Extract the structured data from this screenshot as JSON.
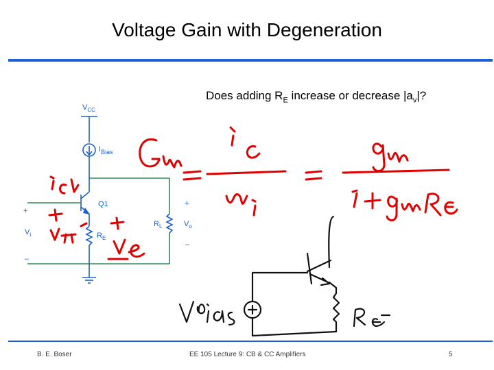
{
  "slide": {
    "title": "Voltage Gain with Degeneration",
    "question_prefix": "Does adding R",
    "question_sub1": "E",
    "question_mid": " increase or decrease |a",
    "question_sub2": "v",
    "question_suffix": "|?"
  },
  "circuit": {
    "vcc": "V",
    "vcc_sub": "CC",
    "ibias": "I",
    "ibias_sub": "Bias",
    "q1": "Q1",
    "re": "R",
    "re_sub": "E",
    "rl": "R",
    "rl_sub": "L",
    "vi": "V",
    "vi_sub": "i",
    "vo": "V",
    "vo_sub": "o",
    "plus": "+",
    "minus": "–"
  },
  "footer": {
    "author": "B. E. Boser",
    "course": "EE 105 Lecture 9: CB & CC Amplifiers",
    "page": "5"
  },
  "colors": {
    "rule": "#1f5fd6",
    "circuit": "#1a5fd0",
    "wires": "#2e8b57",
    "ink_red": "#e00000",
    "ink_black": "#111111"
  }
}
